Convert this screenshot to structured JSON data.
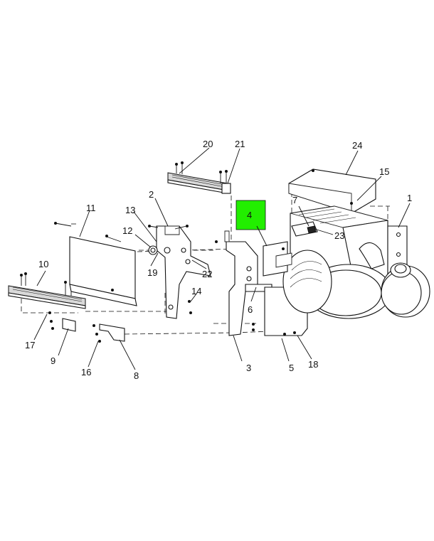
{
  "diagram": {
    "highlight_color": "#22ee00",
    "highlighted_callout": "4",
    "callouts": [
      "1",
      "2",
      "3",
      "4",
      "5",
      "6",
      "7",
      "8",
      "9",
      "10",
      "11",
      "12",
      "13",
      "14",
      "15",
      "16",
      "17",
      "18",
      "19",
      "20",
      "21",
      "22",
      "23",
      "24"
    ]
  }
}
